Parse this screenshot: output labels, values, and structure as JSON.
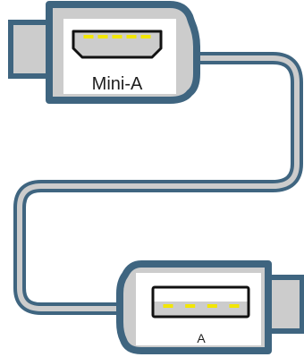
{
  "connectors": [
    {
      "id": "mini-a",
      "label": "Mini-A",
      "pins": 5
    },
    {
      "id": "a",
      "label": "A",
      "pins": 4
    }
  ],
  "colors": {
    "outline": "#3f6580",
    "body": "#cccccc",
    "pin": "#f2e600",
    "socket": "#111111",
    "plug_face": "#ffffff"
  }
}
